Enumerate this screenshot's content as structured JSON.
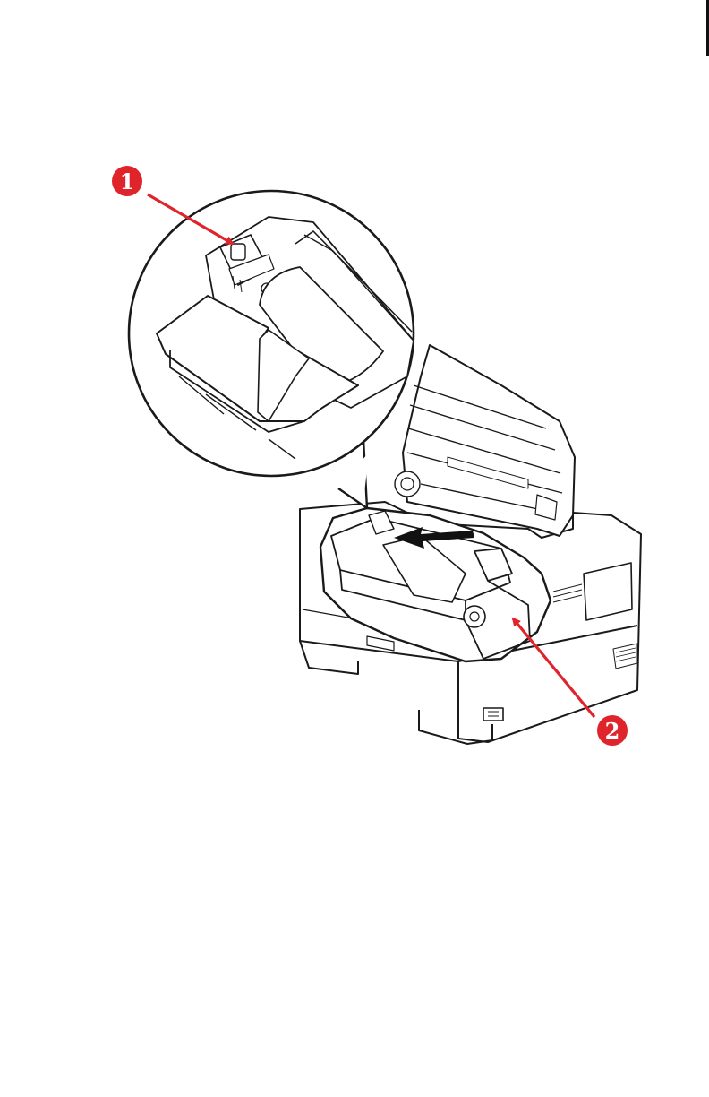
{
  "page": {
    "background_color": "#ffffff",
    "line_color": "#1a1a1a",
    "callout_color": "#e0242b"
  },
  "figure": {
    "description_icon": "printer-open-toner-cartridge-illustration",
    "callouts": [
      {
        "id": "1",
        "label": "1"
      },
      {
        "id": "2",
        "label": "2"
      }
    ]
  }
}
